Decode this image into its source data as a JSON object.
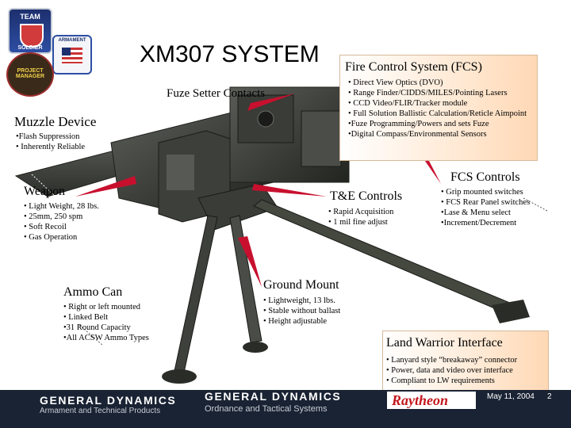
{
  "logos": {
    "team_top": "TEAM",
    "team_bottom": "SOLDIER",
    "center_text": "ARMAMENT",
    "seal_text": "PROJECT MANAGER"
  },
  "title": "XM307 SYSTEM",
  "fcs": {
    "heading": "Fire Control System (FCS)",
    "items": [
      "• Direct View Optics (DVO)",
      "• Range Finder/CIDDS/MILES/Pointing Lasers",
      "• CCD Video/FLIR/Tracker module",
      "• Full Solution Ballistic Calculation/Reticle Aimpoint",
      "•Fuze Programming/Powers and sets Fuze",
      "•Digital Compass/Environmental Sensors"
    ]
  },
  "fuze_setter": {
    "heading": "Fuze Setter Contacts"
  },
  "muzzle": {
    "heading": "Muzzle Device",
    "items": [
      "•Flash Suppression",
      "• Inherently Reliable"
    ]
  },
  "fcs_controls": {
    "heading": "FCS Controls",
    "items": [
      "• Grip mounted switches",
      "• FCS Rear Panel switches",
      "•Lase & Menu select",
      "•Increment/Decrement"
    ]
  },
  "weapon": {
    "heading": "Weapon",
    "items": [
      "• Light Weight,  28 lbs.",
      "• 25mm, 250 spm",
      "• Soft Recoil",
      "• Gas Operation"
    ]
  },
  "te_controls": {
    "heading": "T&E Controls",
    "items": [
      "• Rapid Acquisition",
      "• 1 mil fine adjust"
    ]
  },
  "ground_mount": {
    "heading": "Ground Mount",
    "items": [
      "• Lightweight,  13 lbs.",
      "• Stable without ballast",
      "• Height adjustable"
    ]
  },
  "ammo": {
    "heading": "Ammo Can",
    "items": [
      "• Right or left mounted",
      "• Linked Belt",
      "•31 Round Capacity",
      "•All ACSW Ammo Types"
    ]
  },
  "land_warrior": {
    "heading": "Land Warrior Interface",
    "items": [
      "• Lanyard style “breakaway” connector",
      "• Power, data and video over interface",
      "• Compliant to LW requirements"
    ]
  },
  "footer": {
    "gd1": "GENERAL DYNAMICS",
    "gd1_sub": "Armament and Technical Products",
    "gd2": "GENERAL DYNAMICS",
    "gd2_sub": "Ordnance and Tactical Systems",
    "raytheon": "Raytheon",
    "date": "May 11, 2004",
    "page": "2"
  },
  "colors": {
    "callout_fill": "#ffe9d4",
    "pointer_red": "#c8102e",
    "footer_bg": "#1a2333"
  }
}
